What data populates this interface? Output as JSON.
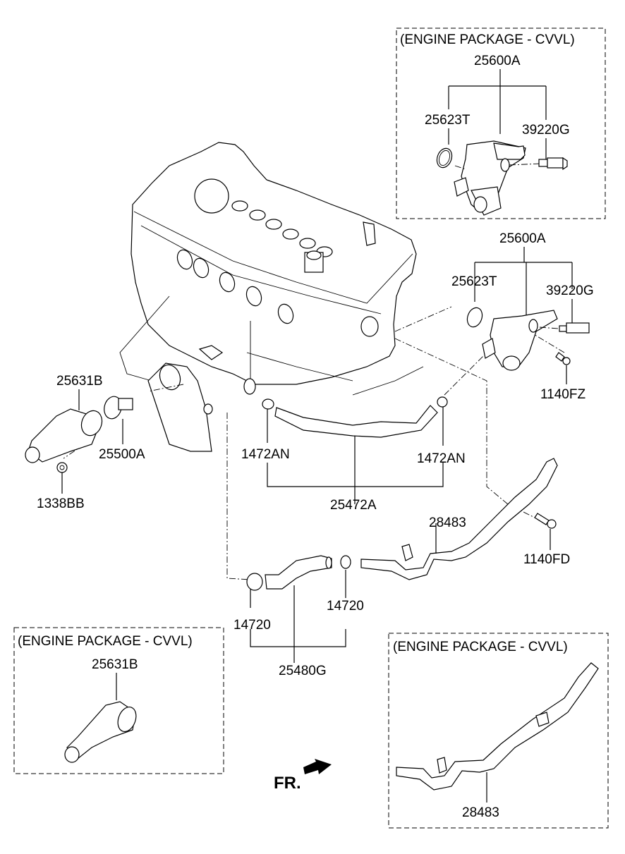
{
  "diagram": {
    "title": "Cooling system - thermostat & water pipes",
    "front_indicator": "FR.",
    "boxes": [
      {
        "id": "box-top-right",
        "title": "(ENGINE PACKAGE - CVVL)",
        "labels": [
          "25600A",
          "25623T",
          "39220G"
        ]
      },
      {
        "id": "box-bottom-left",
        "title": "(ENGINE PACKAGE - CVVL)",
        "labels": [
          "25631B"
        ]
      },
      {
        "id": "box-bottom-right",
        "title": "(ENGINE PACKAGE - CVVL)",
        "labels": [
          "28483"
        ]
      }
    ],
    "main_labels": {
      "housing_group": "25600A",
      "gasket": "25623T",
      "sensor": "39220G",
      "bolt_fz": "1140FZ",
      "thermostat_cover": "25631B",
      "thermostat": "25500A",
      "nut": "1338BB",
      "clamp_left": "1472AN",
      "clamp_right": "1472AN",
      "hose_upper": "25472A",
      "pipe": "28483",
      "bolt_fd": "1140FD",
      "clamp_lower_left": "14720",
      "clamp_lower_right": "14720",
      "hose_lower": "25480G"
    }
  }
}
